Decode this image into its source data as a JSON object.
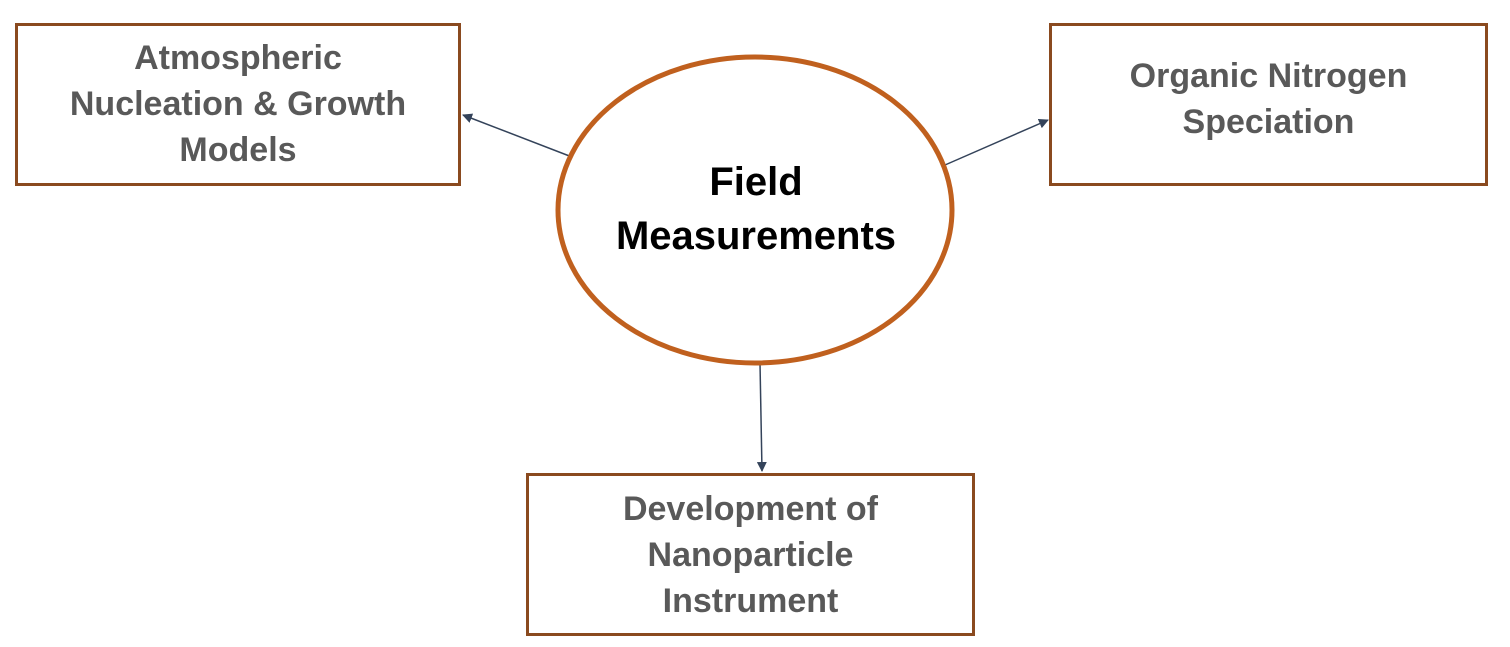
{
  "diagram": {
    "center_node": {
      "label": "Field\nMeasurements"
    },
    "nodes": [
      {
        "id": "left",
        "label": "Atmospheric\nNucleation & Growth\nModels"
      },
      {
        "id": "right",
        "label": "Organic Nitrogen\nSpeciation"
      },
      {
        "id": "bottom",
        "label": "Development of\nNanoparticle\nInstrument"
      }
    ],
    "edges": [
      {
        "from": "center",
        "to": "left"
      },
      {
        "from": "center",
        "to": "right"
      },
      {
        "from": "center",
        "to": "bottom"
      }
    ],
    "colors": {
      "ellipse_stroke": "#c0601e",
      "box_border": "#8a4a1f",
      "arrow": "#34435a",
      "node_text": "#595959",
      "center_text": "#000000"
    }
  }
}
